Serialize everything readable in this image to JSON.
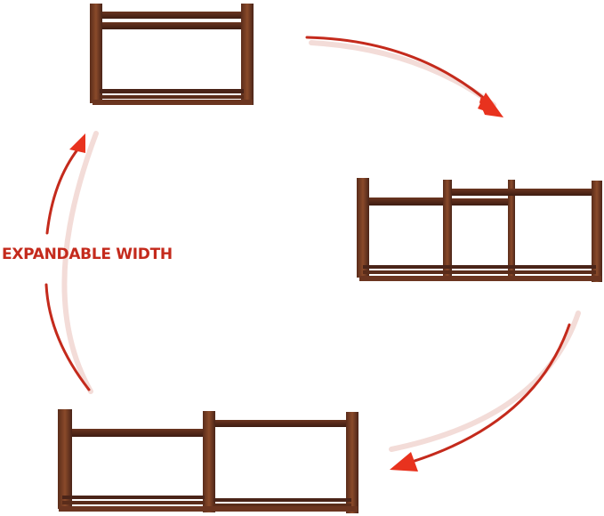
{
  "label": {
    "text": "EXPANDABLE WIDTH"
  },
  "colors": {
    "accent_red": "#c42a1c",
    "arrow_head": "#e8321e",
    "wood_dark": "#4a2418",
    "wood_mid": "#6b3520",
    "wood_light": "#8a4a2a",
    "background": "#ffffff"
  },
  "states": [
    {
      "name": "compact",
      "position": "top-center"
    },
    {
      "name": "expanded-three-section",
      "position": "middle-right"
    },
    {
      "name": "expanded-two-section",
      "position": "bottom-left"
    }
  ],
  "arrows": [
    {
      "name": "top-to-right",
      "direction": "clockwise"
    },
    {
      "name": "right-to-bottom",
      "direction": "clockwise"
    },
    {
      "name": "left-upward",
      "direction": "clockwise"
    }
  ]
}
